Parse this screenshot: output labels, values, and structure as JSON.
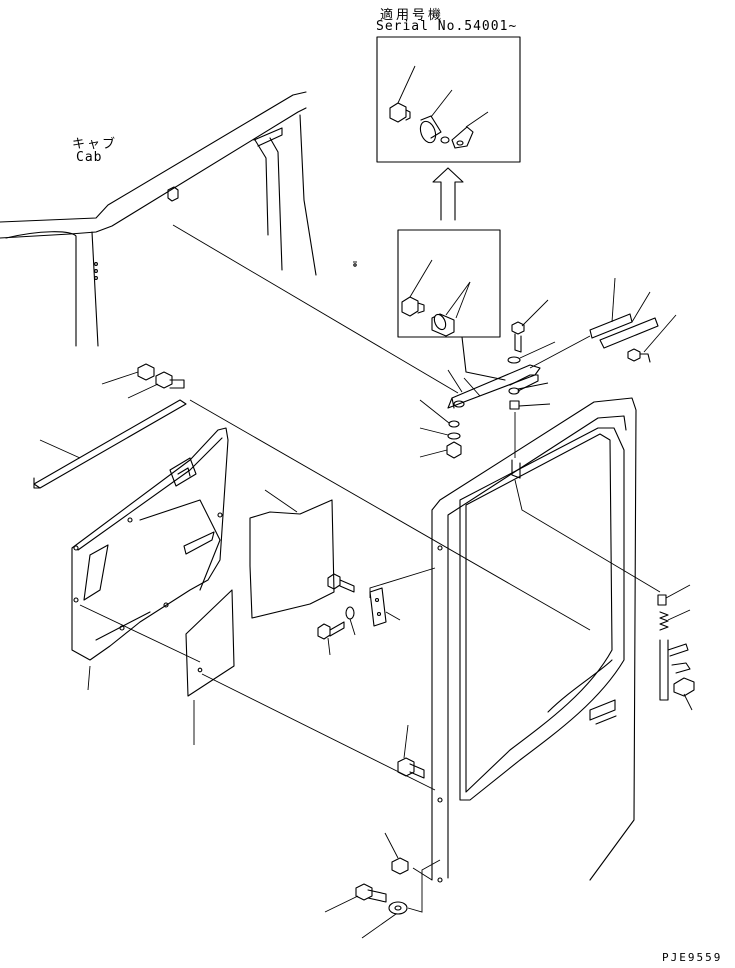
{
  "inset": {
    "applicable_label_jp": "適用号機",
    "serial_label": "Serial No.54001~"
  },
  "cab": {
    "label_jp": "キャブ",
    "label_en": "Cab"
  },
  "drawing_code": "PJE9559"
}
